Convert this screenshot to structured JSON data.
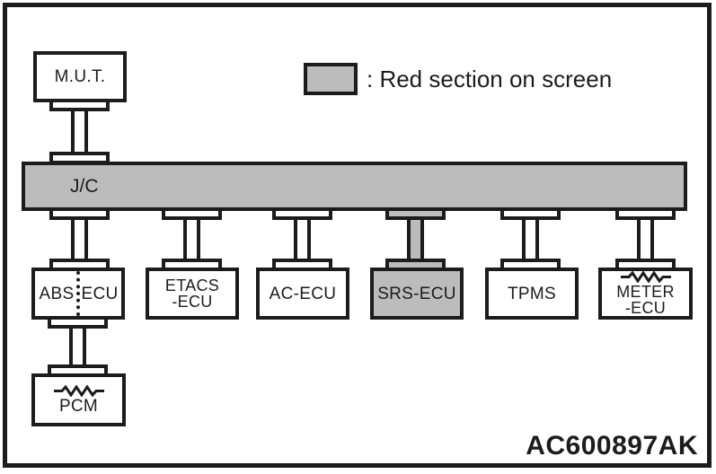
{
  "colors": {
    "gray": "#bcbcbc",
    "line": "#1c1c1c"
  },
  "legend": {
    "text": ": Red section on screen"
  },
  "figure_code": "AC600897AK",
  "bus": {
    "label": "J/C"
  },
  "mut": {
    "label": "M.U.T."
  },
  "ecus": {
    "abs": {
      "left": "ABS",
      "right": "ECU"
    },
    "etacs": {
      "line1": "ETACS",
      "line2": "-ECU"
    },
    "ac": {
      "label": "AC-ECU"
    },
    "srs": {
      "label": "SRS-ECU"
    },
    "tpms": {
      "label": "TPMS"
    },
    "meter": {
      "line1": "METER",
      "line2": "-ECU"
    },
    "pcm": {
      "label": "PCM"
    }
  }
}
